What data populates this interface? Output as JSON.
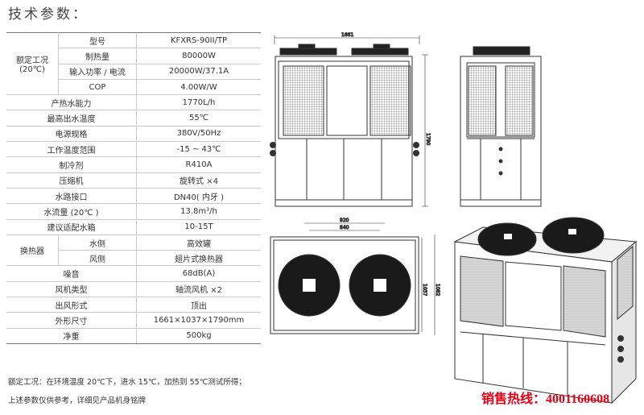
{
  "title": "技术参数：",
  "specs": {
    "rated_group": "额定工况",
    "rated_group_sub": "(20℃)",
    "exchanger_group": "换热器",
    "rows": [
      {
        "label": "型号",
        "value": "KFXRS-90II/TP"
      },
      {
        "label": "制热量",
        "value": "80000W"
      },
      {
        "label": "输入功率 / 电流",
        "value": "20000W/37.1A"
      },
      {
        "label": "COP",
        "value": "4.00W/W"
      },
      {
        "label": "产热水能力",
        "value": "1770L/h"
      },
      {
        "label": "最高出水温度",
        "value": "55℃"
      },
      {
        "label": "电源规格",
        "value": "380V/50Hz"
      },
      {
        "label": "工作温度范围",
        "value": "-15 ~ 43℃"
      },
      {
        "label": "制冷剂",
        "value": "R410A"
      },
      {
        "label": "压缩机",
        "value": "旋转式 ×4"
      },
      {
        "label": "水路接口",
        "value": "DN40( 内牙 )"
      },
      {
        "label": "水流量 (20℃ )",
        "value": "13.8m³/h"
      },
      {
        "label": "建议适配水箱",
        "value": "10-15T"
      },
      {
        "label": "水侧",
        "value": "高效罐"
      },
      {
        "label": "风侧",
        "value": "翅片式换热器"
      },
      {
        "label": "噪音",
        "value": "68dB(A)"
      },
      {
        "label": "风机类型",
        "value": "轴流风机 ×2"
      },
      {
        "label": "出风形式",
        "value": "顶出"
      },
      {
        "label": "外形尺寸",
        "value": "1661×1037×1790mm"
      },
      {
        "label": "净重",
        "value": "500kg"
      }
    ]
  },
  "notes": {
    "line1": "额定工况：在环境温度 20℃下，进水 15℃，加热到 55℃测试所得；",
    "line2": "上述参数仅供参考，详细见产品机身铭牌"
  },
  "drawing": {
    "front_width": "1661",
    "front_height": "1790",
    "top_d1": "920",
    "top_d2": "840",
    "top_h1": "1037",
    "top_h2": "1082"
  },
  "hotline": "销售热线：4001160608"
}
